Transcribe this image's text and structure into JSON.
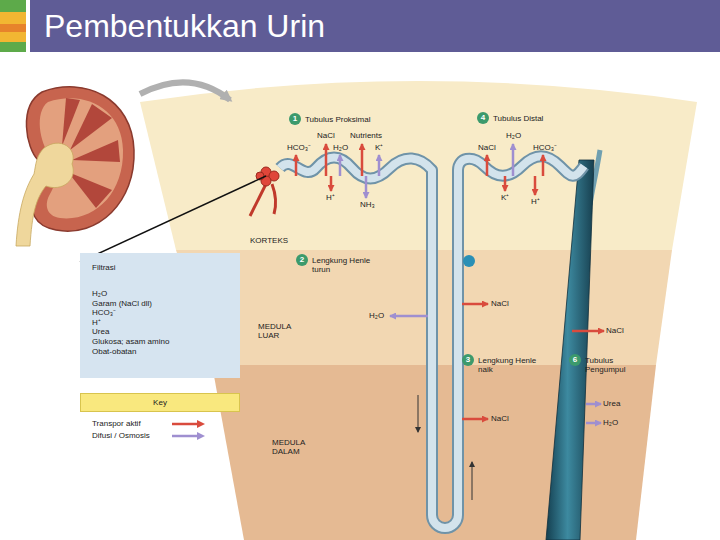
{
  "diagram": {
    "title": "Pembentukkan Urin",
    "nodes": [
      {
        "text": [
          "KORTEKS"
        ]
      },
      {
        "text": [
          "1",
          "Tubulus Proksimal"
        ],
        "in": 0
      },
      {
        "text": [
          "4",
          "Tubulus Distal"
        ],
        "in": 0
      },
      {
        "text": [
          "Filtrasi",
          "H₂O",
          "Garam (NaCl dll)",
          "HCO₃⁻",
          "H⁺",
          "Urea",
          "Glukosa; asam amino",
          "Obat-obatan"
        ]
      },
      {
        "text": [
          "MEDULA LUAR"
        ]
      },
      {
        "text": [
          "2",
          "Lengkung Henle turun"
        ],
        "in": 4
      },
      {
        "text": [
          "3",
          "Lengkung Henle naik"
        ]
      },
      {
        "text": [
          "6",
          "Tubulus Pengumpul"
        ]
      },
      {
        "text": [
          "Key"
        ]
      },
      {
        "text": [
          "MEDULA DALAM"
        ]
      }
    ],
    "labels": [
      "NaCl",
      "Nutrients",
      "HCO₃⁻",
      "H₂O",
      "K⁺",
      "H⁺",
      "NH₃",
      "H₂O",
      "NaCl",
      "HCO₃⁻",
      "K⁺",
      "H⁺",
      "NaCl",
      "H₂O",
      "NaCl",
      "Urea",
      "NaCl",
      "H₂O"
    ],
    "legend": [
      {
        "text": "Transpor aktif"
      },
      {
        "text": "Difusi / Osmosis"
      }
    ]
  }
}
